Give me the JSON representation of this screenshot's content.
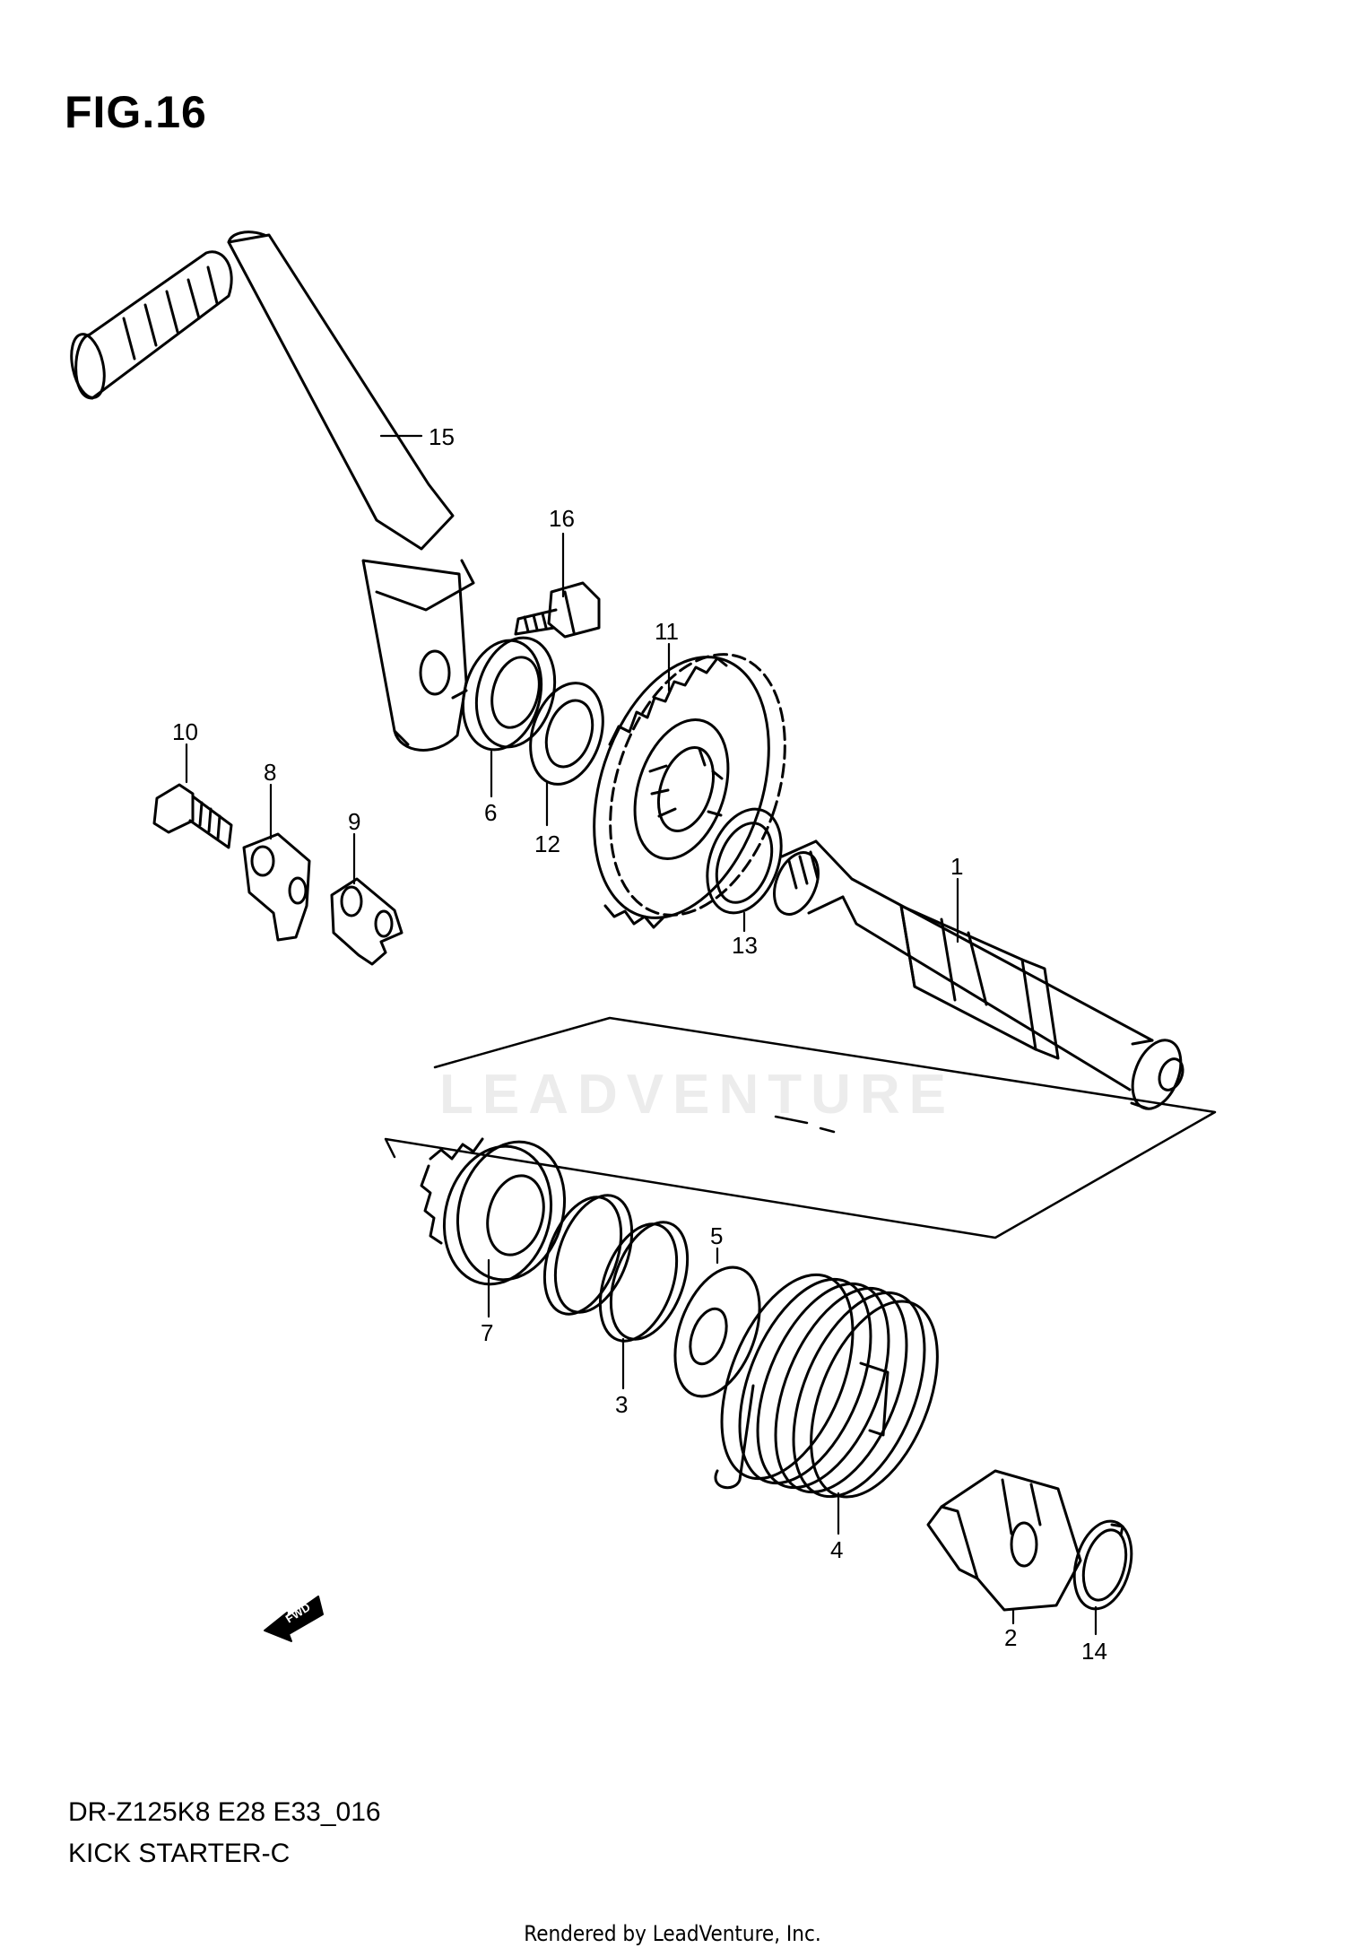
{
  "figure": {
    "title": "FIG.16",
    "model_line": "DR-Z125K8 E28 E33_016",
    "section_name": "KICK STARTER-C",
    "render_credit": "Rendered by LeadVenture, Inc.",
    "watermark": "LEADVENTURE",
    "fwd_label": "FWD"
  },
  "callouts": [
    {
      "id": "c15",
      "text": "15"
    },
    {
      "id": "c16",
      "text": "16"
    },
    {
      "id": "c11",
      "text": "11"
    },
    {
      "id": "c10",
      "text": "10"
    },
    {
      "id": "c8",
      "text": "8"
    },
    {
      "id": "c9",
      "text": "9"
    },
    {
      "id": "c6",
      "text": "6"
    },
    {
      "id": "c12",
      "text": "12"
    },
    {
      "id": "c1",
      "text": "1"
    },
    {
      "id": "c13",
      "text": "13"
    },
    {
      "id": "c5",
      "text": "5"
    },
    {
      "id": "c7",
      "text": "7"
    },
    {
      "id": "c3",
      "text": "3"
    },
    {
      "id": "c4",
      "text": "4"
    },
    {
      "id": "c2",
      "text": "2"
    },
    {
      "id": "c14",
      "text": "14"
    }
  ]
}
